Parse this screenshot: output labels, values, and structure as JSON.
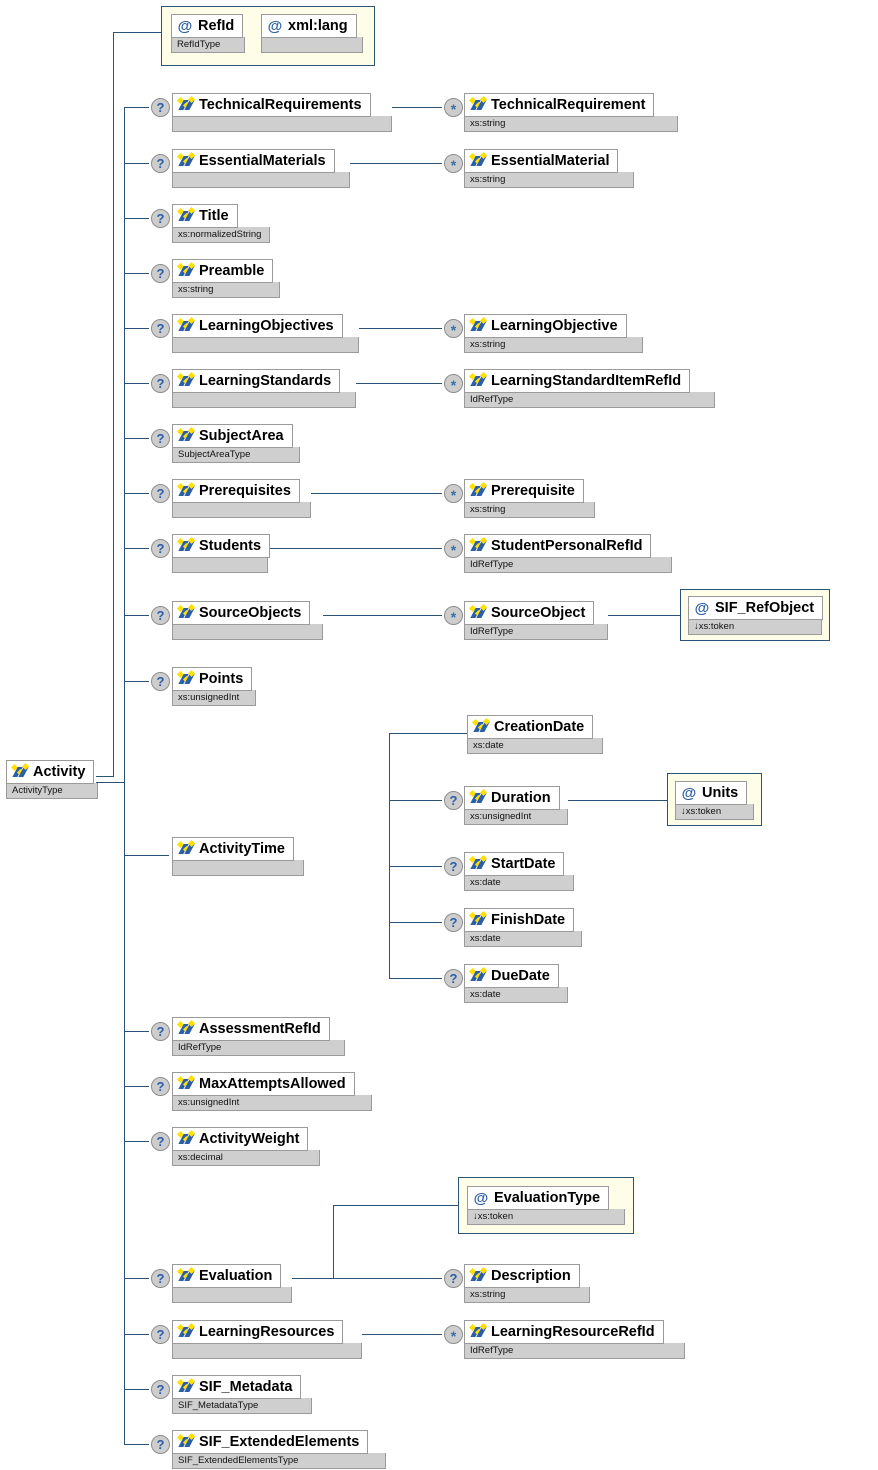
{
  "diagram": {
    "type": "xml-schema-tree",
    "root": {
      "label": "Activity",
      "type": "ActivityType",
      "kind": "element"
    },
    "icons": {
      "element": "element-icon",
      "attribute": "at-sign-icon",
      "optional": "question-mark-marker",
      "repeating": "asterisk-marker"
    },
    "colors": {
      "line": "#2b5277",
      "graybar": "#cfcfcf",
      "attr_container": "#fdfde8",
      "accent_blue": "#2b5ea8",
      "accent_yellow": "#ffe000"
    },
    "attribute_group": {
      "name": "activity-attributes",
      "items": [
        {
          "label": "RefId",
          "type": "RefIdType",
          "kind": "attribute"
        },
        {
          "label": "xml:lang",
          "type": "",
          "kind": "attribute"
        }
      ]
    },
    "nodes": [
      {
        "label": "TechnicalRequirements",
        "type": "",
        "kind": "element",
        "marker": "?"
      },
      {
        "label": "TechnicalRequirement",
        "type": "xs:string",
        "kind": "element",
        "marker": "*"
      },
      {
        "label": "EssentialMaterials",
        "type": "",
        "kind": "element",
        "marker": "?"
      },
      {
        "label": "EssentialMaterial",
        "type": "xs:string",
        "kind": "element",
        "marker": "*"
      },
      {
        "label": "Title",
        "type": "xs:normalizedString",
        "kind": "element",
        "marker": "?"
      },
      {
        "label": "Preamble",
        "type": "xs:string",
        "kind": "element",
        "marker": "?"
      },
      {
        "label": "LearningObjectives",
        "type": "",
        "kind": "element",
        "marker": "?"
      },
      {
        "label": "LearningObjective",
        "type": "xs:string",
        "kind": "element",
        "marker": "*"
      },
      {
        "label": "LearningStandards",
        "type": "",
        "kind": "element",
        "marker": "?"
      },
      {
        "label": "LearningStandardItemRefId",
        "type": "IdRefType",
        "kind": "element",
        "marker": "*"
      },
      {
        "label": "SubjectArea",
        "type": "SubjectAreaType",
        "kind": "element",
        "marker": "?"
      },
      {
        "label": "Prerequisites",
        "type": "",
        "kind": "element",
        "marker": "?"
      },
      {
        "label": "Prerequisite",
        "type": "xs:string",
        "kind": "element",
        "marker": "*"
      },
      {
        "label": "Students",
        "type": "",
        "kind": "element",
        "marker": "?"
      },
      {
        "label": "StudentPersonalRefId",
        "type": "IdRefType",
        "kind": "element",
        "marker": "*"
      },
      {
        "label": "SourceObjects",
        "type": "",
        "kind": "element",
        "marker": "?"
      },
      {
        "label": "SourceObject",
        "type": "IdRefType",
        "kind": "element",
        "marker": "*"
      },
      {
        "label": "SIF_RefObject",
        "type": "↓xs:token",
        "kind": "attribute",
        "marker": ""
      },
      {
        "label": "Points",
        "type": "xs:unsignedInt",
        "kind": "element",
        "marker": "?"
      },
      {
        "label": "ActivityTime",
        "type": "",
        "kind": "element",
        "marker": ""
      },
      {
        "label": "CreationDate",
        "type": "xs:date",
        "kind": "element",
        "marker": ""
      },
      {
        "label": "Duration",
        "type": "xs:unsignedInt",
        "kind": "element",
        "marker": "?"
      },
      {
        "label": "Units",
        "type": "↓xs:token",
        "kind": "attribute",
        "marker": ""
      },
      {
        "label": "StartDate",
        "type": "xs:date",
        "kind": "element",
        "marker": "?"
      },
      {
        "label": "FinishDate",
        "type": "xs:date",
        "kind": "element",
        "marker": "?"
      },
      {
        "label": "DueDate",
        "type": "xs:date",
        "kind": "element",
        "marker": "?"
      },
      {
        "label": "AssessmentRefId",
        "type": "IdRefType",
        "kind": "element",
        "marker": "?"
      },
      {
        "label": "MaxAttemptsAllowed",
        "type": "xs:unsignedInt",
        "kind": "element",
        "marker": "?"
      },
      {
        "label": "ActivityWeight",
        "type": "xs:decimal",
        "kind": "element",
        "marker": "?"
      },
      {
        "label": "EvaluationType",
        "type": "↓xs:token",
        "kind": "attribute",
        "marker": ""
      },
      {
        "label": "Evaluation",
        "type": "",
        "kind": "element",
        "marker": "?"
      },
      {
        "label": "Description",
        "type": "xs:string",
        "kind": "element",
        "marker": "?"
      },
      {
        "label": "LearningResources",
        "type": "",
        "kind": "element",
        "marker": "?"
      },
      {
        "label": "LearningResourceRefId",
        "type": "IdRefType",
        "kind": "element",
        "marker": "*"
      },
      {
        "label": "SIF_Metadata",
        "type": "SIF_MetadataType",
        "kind": "element",
        "marker": "?"
      },
      {
        "label": "SIF_ExtendedElements",
        "type": "SIF_ExtendedElementsType",
        "kind": "element",
        "marker": "?"
      }
    ]
  }
}
